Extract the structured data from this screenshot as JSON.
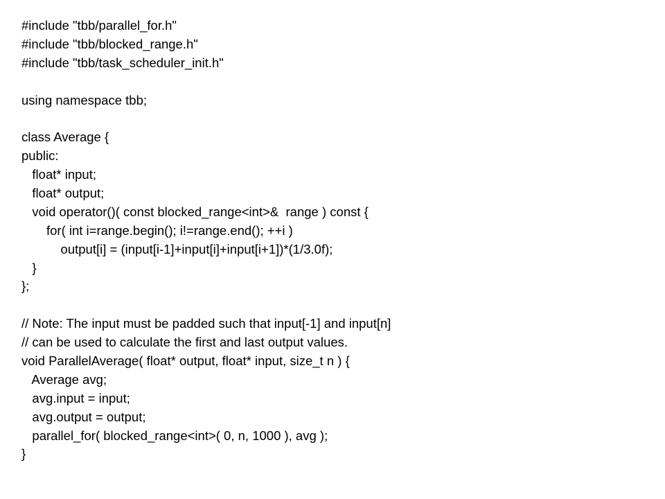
{
  "code_lines": [
    "#include \"tbb/parallel_for.h\"",
    "#include \"tbb/blocked_range.h\"",
    "#include \"tbb/task_scheduler_init.h\"",
    "",
    "using namespace tbb;",
    "",
    "class Average {",
    "public:",
    "   float* input;",
    "   float* output;",
    "   void operator()( const blocked_range<int>&  range ) const {",
    "       for( int i=range.begin(); i!=range.end(); ++i )",
    "           output[i] = (input[i-1]+input[i]+input[i+1])*(1/3.0f);",
    "   }",
    "};",
    "",
    "// Note: The input must be padded such that input[-1] and input[n]",
    "// can be used to calculate the first and last output values.",
    "void ParallelAverage( float* output, float* input, size_t n ) {",
    "   Average avg;",
    "   avg.input = input;",
    "   avg.output = output;",
    "   parallel_for( blocked_range<int>( 0, n, 1000 ), avg );",
    "}"
  ]
}
